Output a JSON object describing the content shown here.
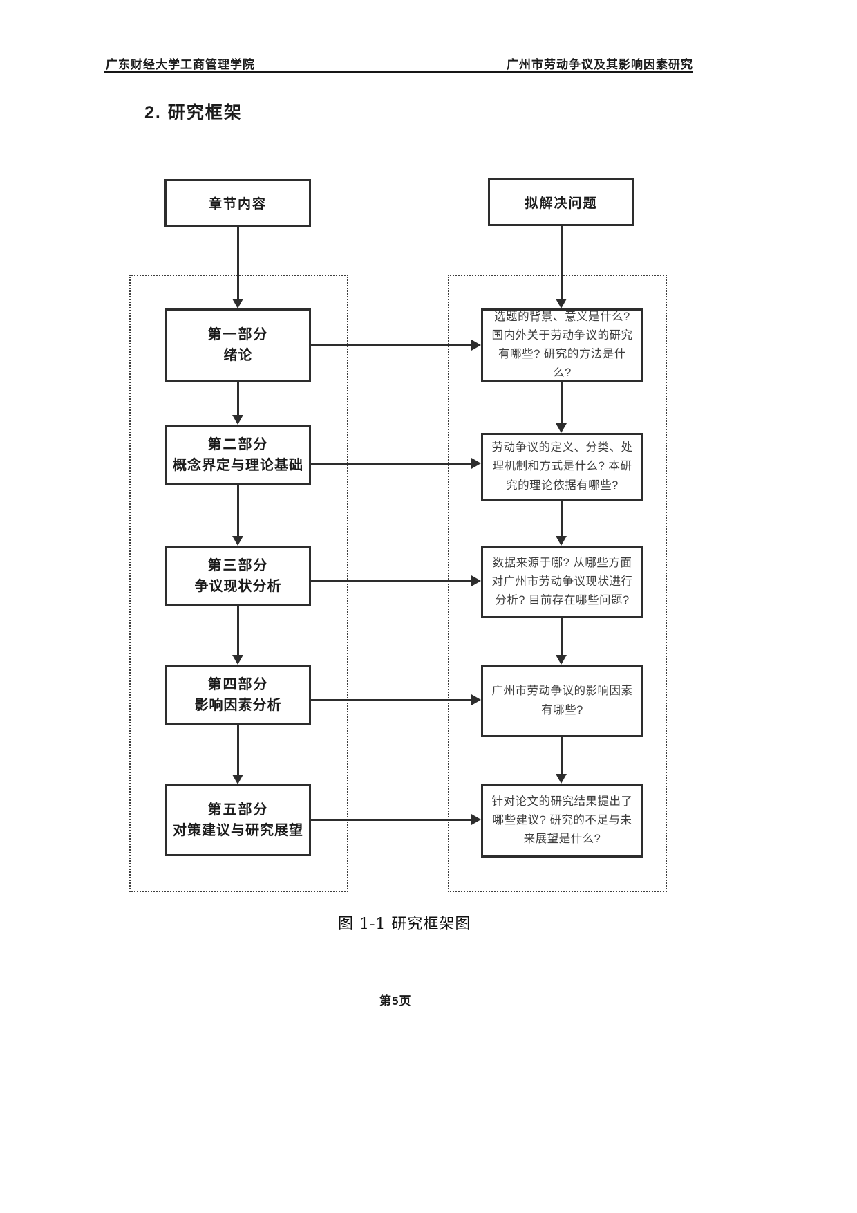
{
  "header": {
    "left": "广东财经大学工商管理学院",
    "right": "广州市劳动争议及其影响因素研究"
  },
  "section_title": "2. 研究框架",
  "diagram": {
    "left_column_header": "章节内容",
    "right_column_header": "拟解决问题",
    "rows": [
      {
        "part": "第一部分",
        "title": "绪论",
        "question": "选题的背景、意义是什么? 国内外关于劳动争议的研究有哪些? 研究的方法是什么?"
      },
      {
        "part": "第二部分",
        "title": "概念界定与理论基础",
        "question": "劳动争议的定义、分类、处理机制和方式是什么? 本研究的理论依据有哪些?"
      },
      {
        "part": "第三部分",
        "title": "争议现状分析",
        "question": "数据来源于哪? 从哪些方面对广州市劳动争议现状进行分析? 目前存在哪些问题?"
      },
      {
        "part": "第四部分",
        "title": "影响因素分析",
        "question": "广州市劳动争议的影响因素有哪些?"
      },
      {
        "part": "第五部分",
        "title": "对策建议与研究展望",
        "question": "针对论文的研究结果提出了哪些建议? 研究的不足与未来展望是什么?"
      }
    ]
  },
  "caption": "图 1-1 研究框架图",
  "footer": {
    "page_label": "第5页"
  },
  "colors": {
    "ink": "#2d2d2d",
    "body_text": "#3e3e3e",
    "background": "#ffffff"
  }
}
